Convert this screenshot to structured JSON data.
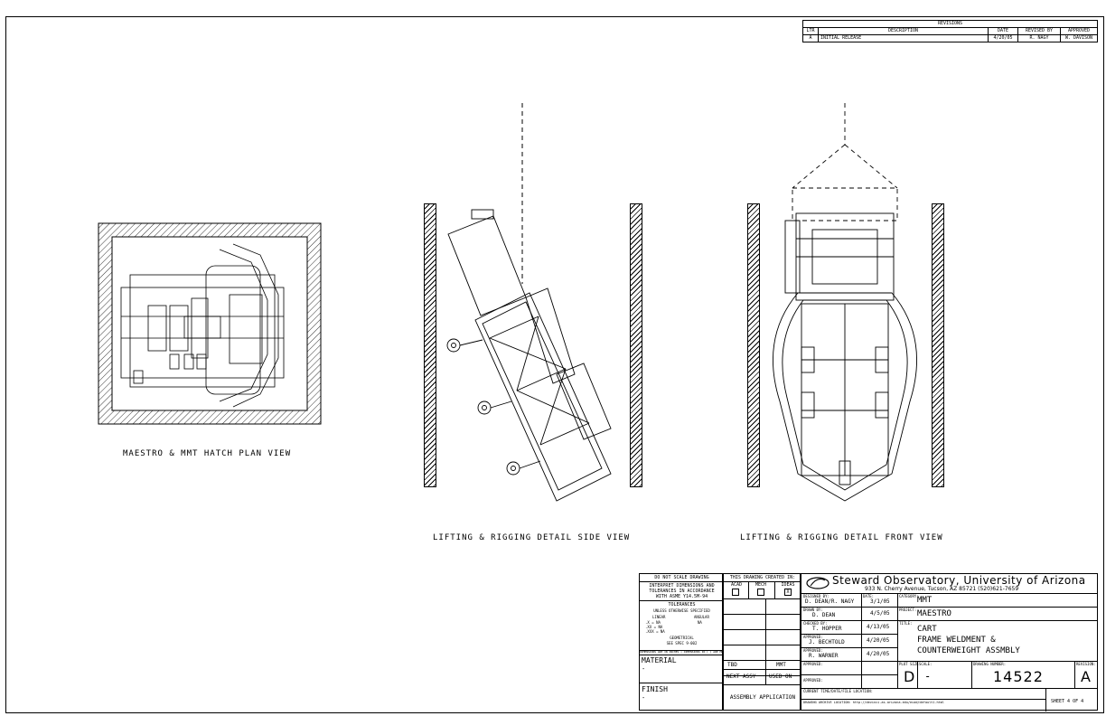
{
  "revisions": {
    "title": "REVISIONS",
    "headers": {
      "ltr": "LTR",
      "description": "DESCRIPTION",
      "date": "DATE",
      "revised_by": "REVISED BY",
      "approved": "APPROVED"
    },
    "rows": [
      {
        "ltr": "A",
        "description": "INITIAL RELEASE",
        "date": "4/20/05",
        "revised_by": "R. NAGY",
        "approved": "W. DAVISON"
      }
    ]
  },
  "views": {
    "plan": "MAESTRO & MMT HATCH PLAN VIEW",
    "side": "LIFTING & RIGGING DETAIL SIDE VIEW",
    "front": "LIFTING & RIGGING DETAIL FRONT VIEW"
  },
  "notes": {
    "do_not_scale": "DO NOT SCALE DRAWING",
    "interpret": [
      "INTERPRET DIMENSIONS AND",
      "TOLERANCES IN ACCORDANCE",
      "WITH ASME Y14.5M-94"
    ],
    "tolerances": "TOLERANCES",
    "unless": "UNLESS OTHERWISE SPECIFIED",
    "linear": "LINEAR",
    "angular": "ANGULAR",
    "lin_x": ".X",
    "lin_xx": ".XX",
    "lin_xxx": ".XXX",
    "lin_val": "= NA",
    "ang_val": "NA",
    "geometrical": "GEOMETRICAL",
    "see_spec": "SEE SPEC 9-002",
    "fine_print": "DIMENSIONS ARE IN INCHES | DIMENSIONS IN [ ] ARE METRIC",
    "material_label": "MATERIAL",
    "material_value": "-",
    "finish_label": "FINISH",
    "finish_value": "-"
  },
  "created_in": {
    "title": "THIS DRAWING CREATED IN:",
    "options": [
      {
        "label": "ACAD",
        "checked": ""
      },
      {
        "label": "MECH",
        "checked": ""
      },
      {
        "label": "IDEAS",
        "checked": "X"
      }
    ],
    "tbd": "TBD",
    "mmt": "MMT",
    "next_assy": "NEXT ASSY",
    "used_on": "USED ON",
    "assembly_application": "ASSEMBLY APPLICATION"
  },
  "org": {
    "name": "Steward Observatory, University of Arizona",
    "address": "933 N. Cherry Avenue, Tucson, AZ  85721   (520)621-7659"
  },
  "approvals": [
    {
      "role": "DESIGNED BY:",
      "name": "D. DEAN/R. NAGY",
      "date_label": "DATE:",
      "date": "3/1/05"
    },
    {
      "role": "DRAWN BY:",
      "name": "D. DEAN",
      "date": "4/5/05"
    },
    {
      "role": "CHECKED BY:",
      "name": "T. HOPPER",
      "date": "4/13/05"
    },
    {
      "role": "APPROVED:",
      "name": "J. BECHTOLD",
      "date": "4/20/05"
    },
    {
      "role": "APPROVED:",
      "name": "R. WARNER",
      "date": "4/20/05"
    },
    {
      "role": "APPROVED:",
      "name": "",
      "date": ""
    },
    {
      "role": "APPROVED:",
      "name": "",
      "date": ""
    }
  ],
  "fields": {
    "category_label": "CATEGORY:",
    "category": "MMT",
    "project_label": "PROJECT:",
    "project": "MAESTRO",
    "title_label": "TITLE:",
    "title_lines": [
      "CART",
      "FRAME WELDMENT &",
      "COUNTERWEIGHT ASSMBLY"
    ],
    "plot_size_label": "PLOT SIZE",
    "plot_size": "D",
    "scale_label": "SCALE:",
    "scale": "-",
    "drawing_number_label": "DRAWING NUMBER:",
    "drawing_number": "14522",
    "revision_label": "REVISION:",
    "revision": "A",
    "current_location_label": "CURRENT TIME/DATE/FILE LOCATION:",
    "archive_location": "DRAWING ARCHIVE LOCATION: http://devinci.as.arizona.edu/ecad/default1.html",
    "sheet": "SHEET 4 OF 4"
  }
}
